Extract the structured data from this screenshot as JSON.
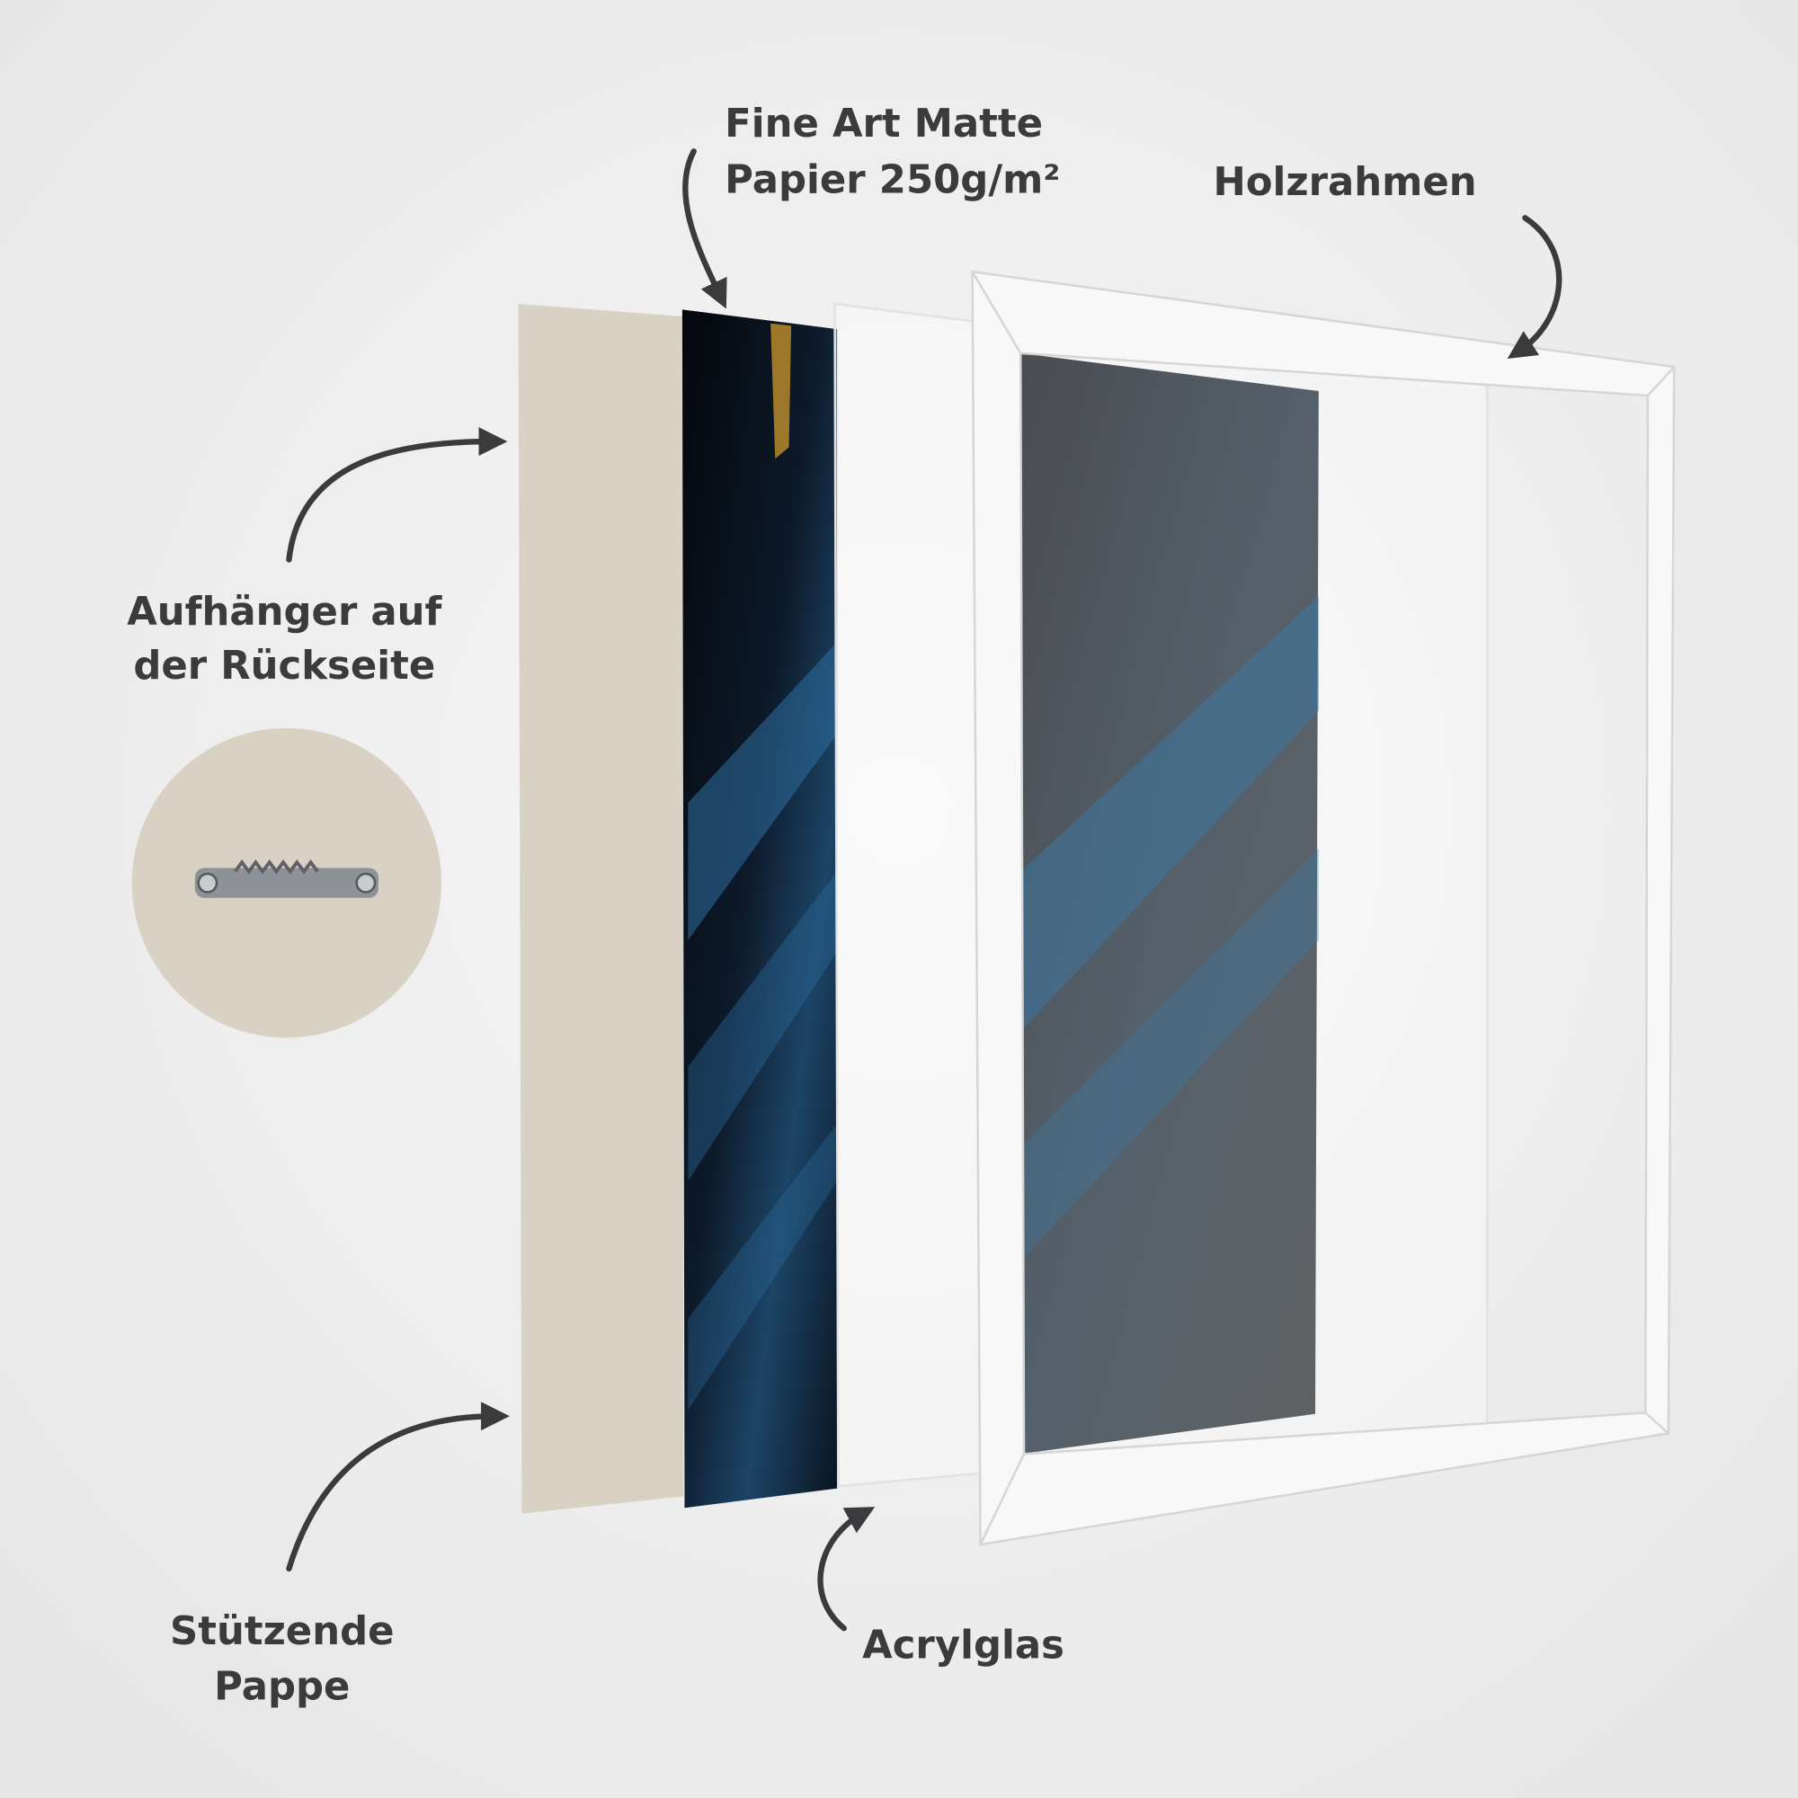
{
  "labels": {
    "paper_line1": "Fine Art Matte",
    "paper_line2": "Papier 250g/m²",
    "frame": "Holzrahmen",
    "hanger_line1": "Aufhänger auf",
    "hanger_line2": "der Rückseite",
    "backing_line1": "Stützende",
    "backing_line2": "Pappe",
    "glass": "Acrylglas"
  },
  "colors": {
    "background": "#efefef",
    "text": "#3b3b3d",
    "cardboard": "#d9d1c4",
    "artwork_dark": "#0a0d14",
    "artwork_blue": "#2e6fa3",
    "frame": "#f7f7f7"
  }
}
